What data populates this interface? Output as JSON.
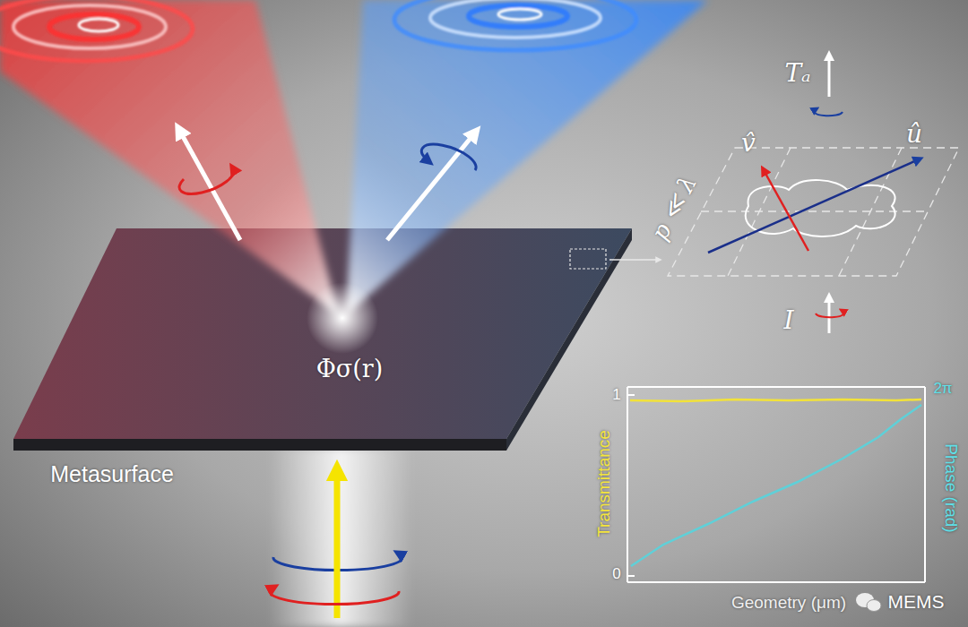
{
  "diagram": {
    "labels": [
      "Tₐ",
      "v̂",
      "û",
      "p ≪ λ",
      "I",
      "Φσ(r)",
      "Metasurface",
      "1",
      "0",
      "2π",
      "Transmittance",
      "Phase (rad)",
      "Geometry (μm)",
      "MEMS"
    ]
  }
}
